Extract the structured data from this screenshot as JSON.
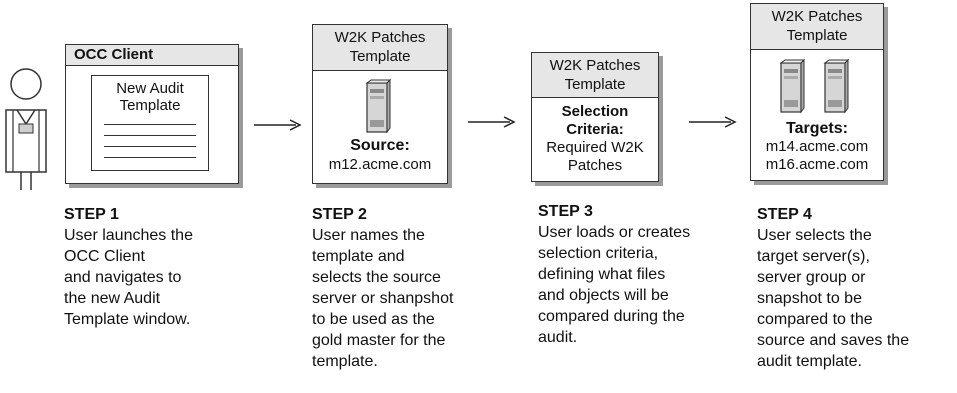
{
  "step1": {
    "window_title": "OCC Client",
    "panel_label": "New Audit\nTemplate",
    "title": "STEP 1",
    "desc": "User launches the\nOCC Client\nand navigates to\nthe new Audit\nTemplate window."
  },
  "step2": {
    "header": "W2K Patches\nTemplate",
    "source_label": "Source:",
    "source_host": "m12.acme.com",
    "title": "STEP 2",
    "desc": "User names the\ntemplate and\nselects the source\nserver or shanpshot\nto be used as the\ngold master for the\ntemplate."
  },
  "step3": {
    "header": "W2K Patches\nTemplate",
    "criteria_label": "Selection\nCriteria:",
    "criteria_value": "Required W2K\nPatches",
    "title": "STEP 3",
    "desc": "User loads or creates\nselection criteria,\ndefining what files\nand objects will be\ncompared during the\naudit."
  },
  "step4": {
    "header": "W2K Patches\nTemplate",
    "targets_label": "Targets:",
    "target_hosts": [
      "m14.acme.com",
      "m16.acme.com"
    ],
    "title": "STEP 4",
    "desc": "User selects the\ntarget server(s),\nserver group or\nsnapshot to be\ncompared to the\nsource and saves the\naudit template."
  }
}
